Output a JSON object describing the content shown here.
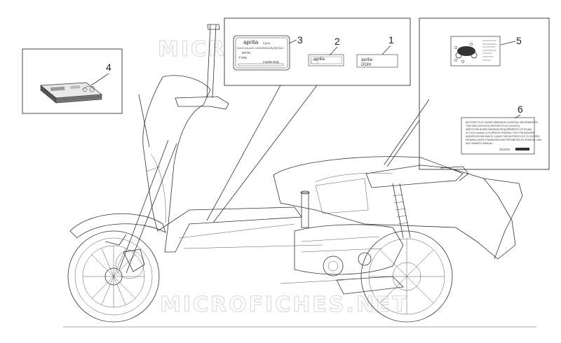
{
  "watermark": {
    "text": "MICROFICHES.NET"
  },
  "callouts": {
    "c1": "1",
    "c2": "2",
    "c3": "3",
    "c4": "4",
    "c5": "5",
    "c6": "6"
  },
  "decal_1": {
    "brand": "aprilia",
    "code": "DGM"
  },
  "decal_2": {
    "brand": "aprilia"
  },
  "decal_3": {
    "brand": "aprilia",
    "brand_suffix": "s.p.a.",
    "address": "VIA G.GALILEI,1,30033NOALE(VE)ITALY",
    "model": "MTTE",
    "type_label": "TYPE:",
    "footer": "madeinItaly"
  },
  "decal_6": {
    "lines": [
      "MOTORCYCLE NOISE EMISSION CONTROL INFORMATION",
      "THIS 2005 (XXXXXXX) MOTORCYCLE (XXXXXX)",
      "MEETS EPA NOISE EMISSION REQUIREMENTS OF 80 dBA",
      "AT XXXX mm/min (X,X) RPM BY FEDERAL TEST PROCEDURE",
      "MODIFICATIONS WHICH CAUSE THIS MOTORCYCLE TO EXCEED",
      "FEDERAL NOISE STANDARDS ARE PROHIBITED BY FEDERAL LAW",
      "SEE OWNER'S MANUAL."
    ],
    "code": "XXXXX"
  }
}
